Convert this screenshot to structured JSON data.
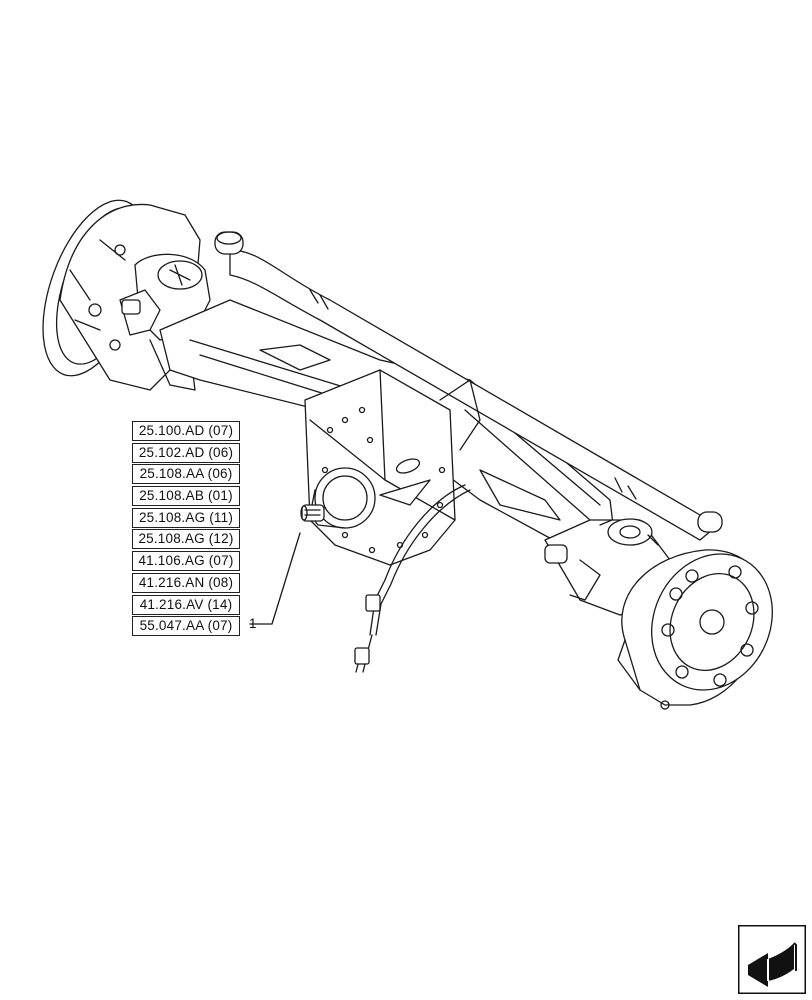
{
  "references": [
    "25.100.AD (07)",
    "25.102.AD (06)",
    "25.108.AA (06)",
    "25.108.AB (01)",
    "25.108.AG (11)",
    "25.108.AG (12)",
    "41.106.AG (07)",
    "41.216.AN (08)",
    "41.216.AV (14)",
    "55.047.AA (07)"
  ],
  "callout_number": "1",
  "nav_icon": "arrow-corner-icon"
}
